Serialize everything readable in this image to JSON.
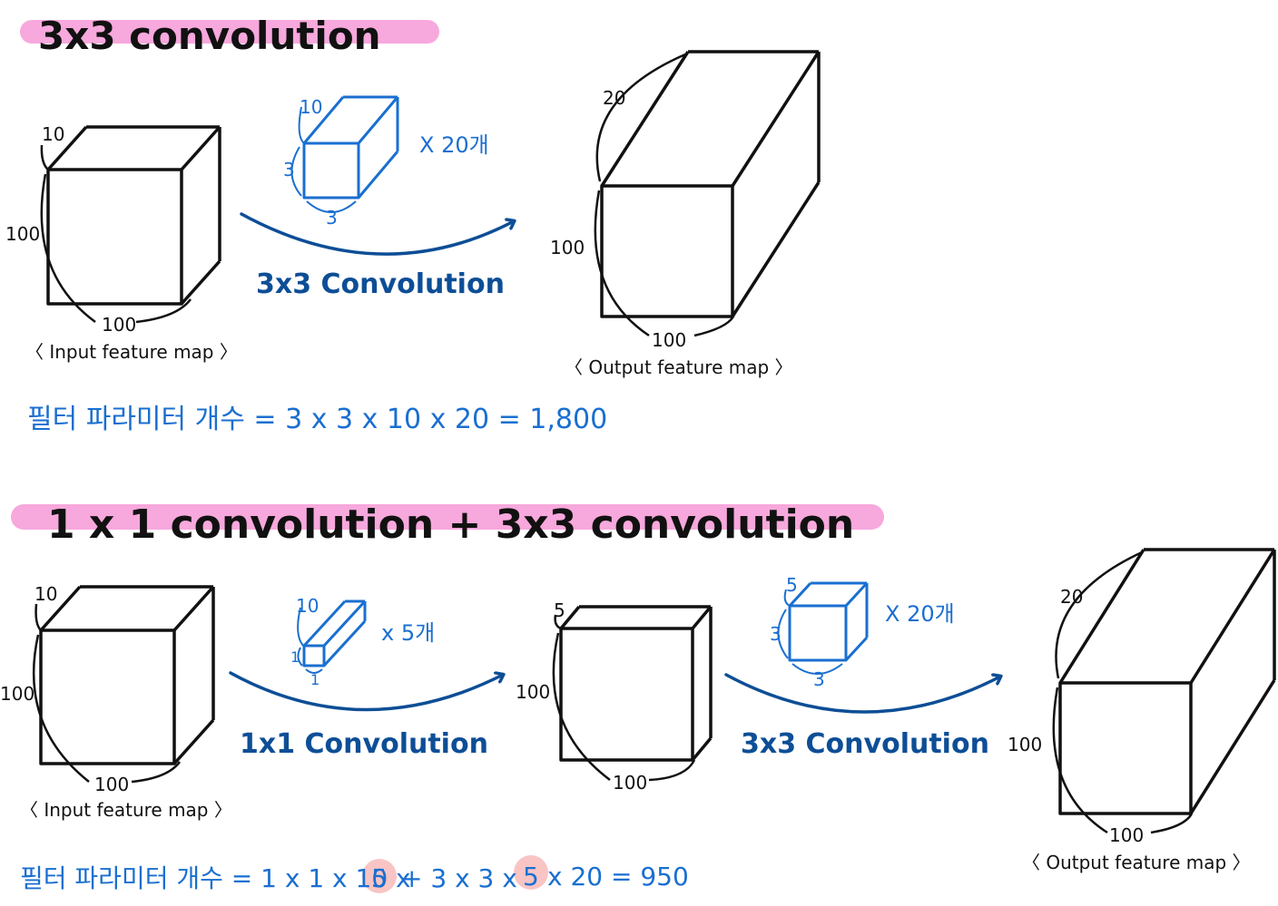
{
  "section1": {
    "heading": "3x3 convolution",
    "input_cube": {
      "depth": "10",
      "height": "100",
      "width": "100",
      "caption": "〈 Input feature map 〉"
    },
    "filter": {
      "depth": "10",
      "height": "3",
      "width": "3",
      "count": "X 20개"
    },
    "arrow_label": "3x3 Convolution",
    "output_cube": {
      "depth": "20",
      "height": "100",
      "width": "100",
      "caption": "〈 Output feature map 〉"
    },
    "formula": "필터 파라미터 개수 = 3 x 3 x 10 x 20 = 1,800"
  },
  "section2": {
    "heading": "1 x 1 convolution + 3x3 convolution",
    "input_cube": {
      "depth": "10",
      "height": "100",
      "width": "100",
      "caption": "〈 Input feature map 〉"
    },
    "filter1": {
      "depth": "10",
      "height": "1",
      "width": "1",
      "count": "x 5개"
    },
    "arrow1_label": "1x1 Convolution",
    "mid_cube": {
      "depth": "5",
      "height": "100",
      "width": "100"
    },
    "filter2": {
      "depth": "5",
      "height": "3",
      "width": "3",
      "count": "X 20개"
    },
    "arrow2_label": "3x3 Convolution",
    "output_cube": {
      "depth": "20",
      "height": "100",
      "width": "100",
      "caption": "〈 Output feature map 〉"
    },
    "formula": {
      "prefix": "필터 파라미터 개수 = 1 x 1 x 10 x",
      "hl1": "5",
      "middle": "+ 3 x 3 x",
      "hl2": "5",
      "suffix": "x 20 = 950"
    }
  },
  "colors": {
    "highlight": "#f7a8dc",
    "blue": "#1a6fd0",
    "navy": "#0d4e96",
    "circle": "#f9c4c4"
  }
}
